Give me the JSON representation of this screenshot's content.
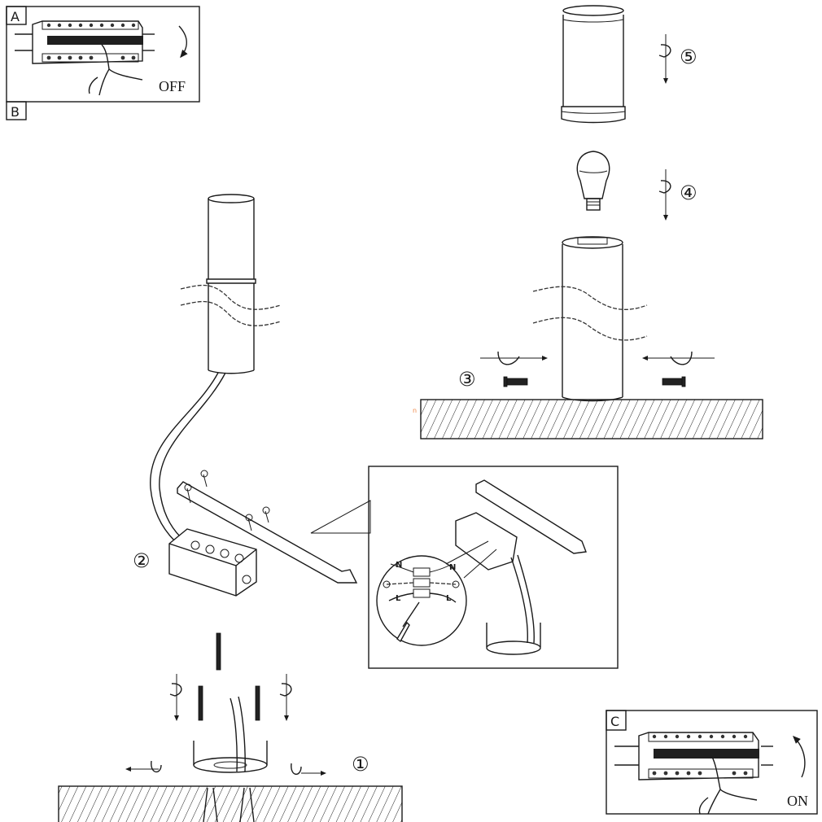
{
  "panels": {
    "a": {
      "tag": "A",
      "action_label": "OFF"
    },
    "b": {
      "tag": "B"
    },
    "c": {
      "tag": "C",
      "action_label": "ON"
    }
  },
  "steps": [
    {
      "number": "①",
      "description": "Mount base ring with screws and wall plugs, cable through center"
    },
    {
      "number": "②",
      "description": "Connect cable in junction box and fix mounting plate"
    },
    {
      "number": "③",
      "description": "Fit post onto base and tighten side screws"
    },
    {
      "number": "④",
      "description": "Screw in light bulb"
    },
    {
      "number": "⑤",
      "description": "Screw on diffuser cover"
    }
  ],
  "wiring_detail": {
    "labels": [
      "N",
      "N",
      "L",
      "L"
    ]
  },
  "stray_mark": "n",
  "colors": {
    "line": "#1a1a1a",
    "background": "#ffffff",
    "stray_mark": "#f08a4b"
  }
}
